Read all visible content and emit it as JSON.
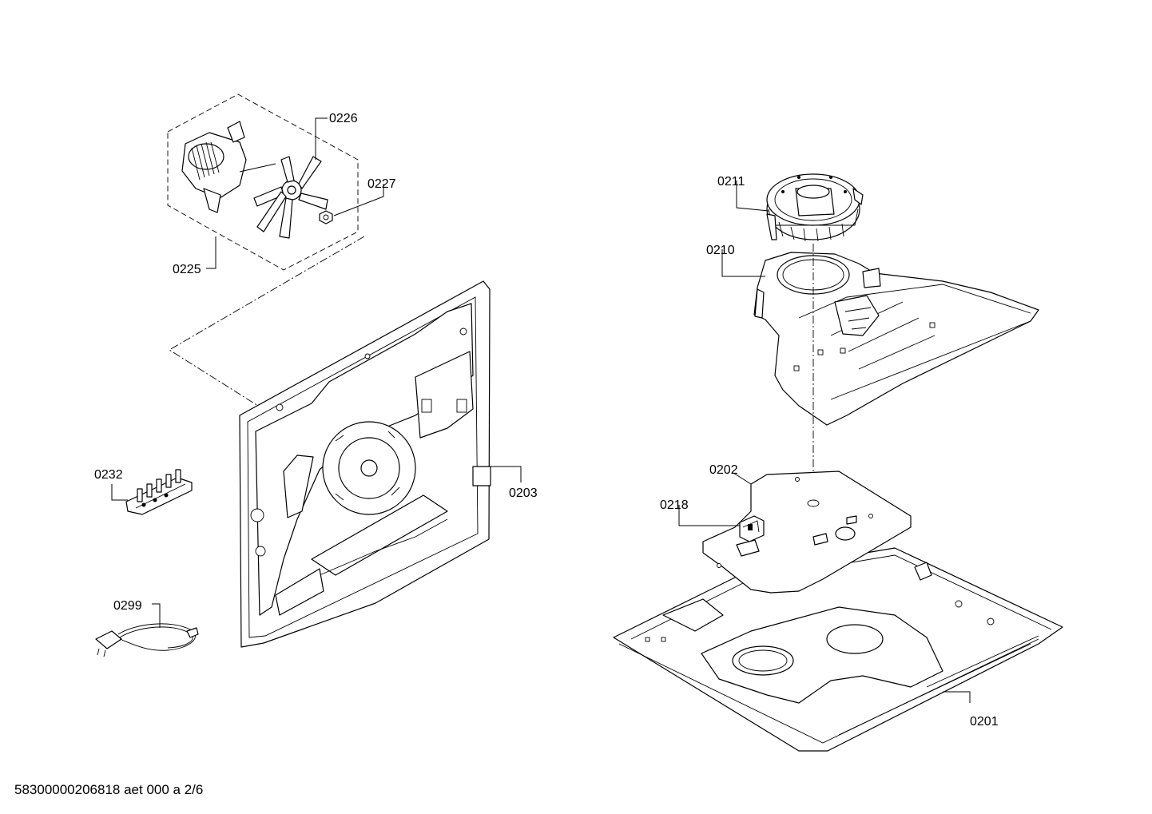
{
  "diagram": {
    "part_labels": {
      "p0226": "0226",
      "p0227": "0227",
      "p0225": "0225",
      "p0211": "0211",
      "p0210": "0210",
      "p0232": "0232",
      "p0203": "0203",
      "p0202": "0202",
      "p0218": "0218",
      "p0299": "0299",
      "p0201": "0201"
    },
    "footer": "58300000206818 aet 000 a 2/6"
  }
}
